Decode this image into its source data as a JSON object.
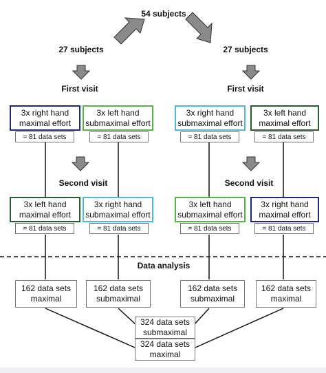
{
  "colors": {
    "dark_blue": "#1f2a7a",
    "light_blue": "#4fb8dc",
    "dark_green": "#255e2a",
    "light_green": "#56b448",
    "arrow_fill": "#8a8a8a",
    "line": "#111111"
  },
  "header": {
    "total": "54 subjects"
  },
  "groups": {
    "left": {
      "label": "27 subjects",
      "first_visit": "First visit",
      "second_visit": "Second visit"
    },
    "right": {
      "label": "27 subjects",
      "first_visit": "First visit",
      "second_visit": "Second visit"
    }
  },
  "first_visit": [
    {
      "line1": "3x right hand",
      "line2": "maximal effort",
      "count": "= 81 data sets"
    },
    {
      "line1": "3x left hand",
      "line2": "submaximal effort",
      "count": "= 81 data sets"
    },
    {
      "line1": "3x right hand",
      "line2": "submaximal effort",
      "count": "= 81 data sets"
    },
    {
      "line1": "3x left hand",
      "line2": "maximal effort",
      "count": "= 81 data sets"
    }
  ],
  "second_visit": [
    {
      "line1": "3x left hand",
      "line2": "maximal effort",
      "count": "= 81 data sets"
    },
    {
      "line1": "3x right hand",
      "line2": "submaximal effort",
      "count": "= 81 data sets"
    },
    {
      "line1": "3x left hand",
      "line2": "submaximal effort",
      "count": "= 81 data sets"
    },
    {
      "line1": "3x right hand",
      "line2": "maximal effort",
      "count": "= 81 data sets"
    }
  ],
  "analysis": {
    "title": "Data analysis"
  },
  "results": [
    {
      "line1": "162 data sets",
      "line2": "maximal"
    },
    {
      "line1": "162 data sets",
      "line2": "submaximal"
    },
    {
      "line1": "162 data sets",
      "line2": "submaximal"
    },
    {
      "line1": "162 data sets",
      "line2": "maximal"
    }
  ],
  "totals": {
    "submaximal": {
      "line1": "324 data sets",
      "line2": "submaximal"
    },
    "maximal": {
      "line1": "324 data sets",
      "line2": "maximal"
    }
  }
}
